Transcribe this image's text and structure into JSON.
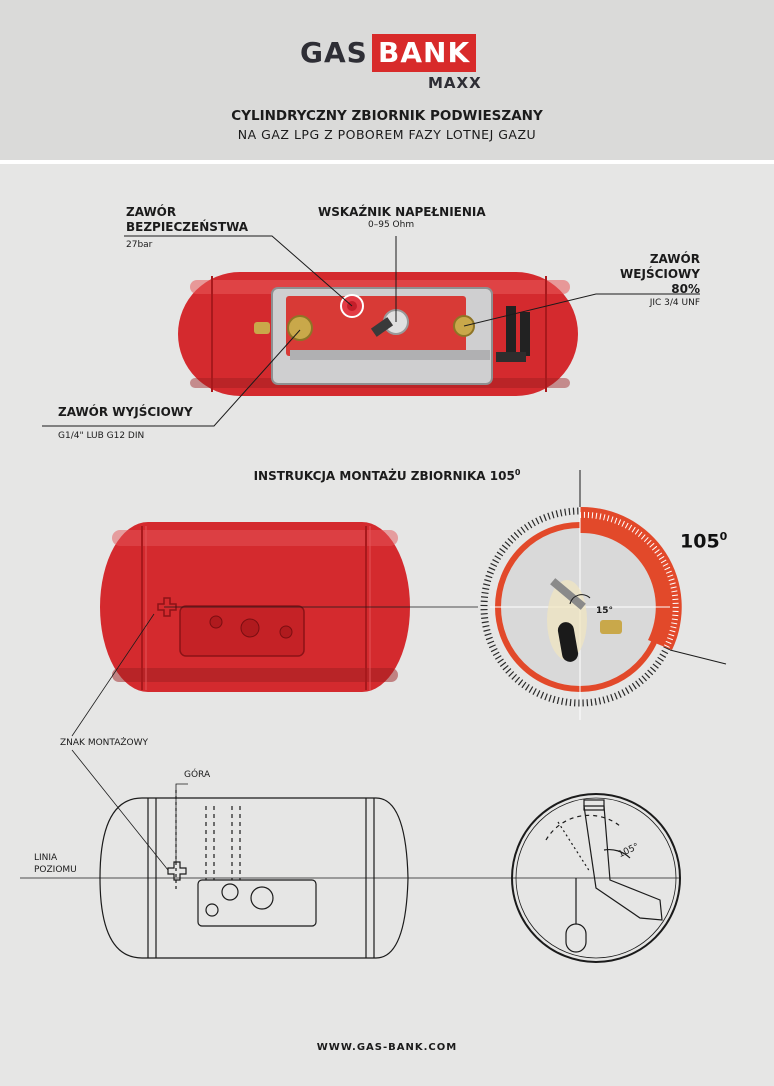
{
  "brand": {
    "gas": "GAS",
    "bank": "BANK",
    "maxx": "MAXX",
    "accent": "#d82a2a",
    "dark": "#2e2e35"
  },
  "header": {
    "title_line1": "CYLINDRYCZNY ZBIORNIK PODWIESZANY",
    "title_line2": "NA GAZ LPG Z POBOREM FAZY LOTNEJ GAZU"
  },
  "callouts": {
    "safety_valve": {
      "label_line1": "ZAWÓR",
      "label_line2": "BEZPIECZEŃSTWA",
      "sub": "27bar"
    },
    "fill_indicator": {
      "label": "WSKAŹNIK NAPEŁNIENIA",
      "sub": "0–95 Ohm"
    },
    "inlet_valve": {
      "label_line1": "ZAWÓR",
      "label_line2": "WEJŚCIOWY 80%",
      "sub": "JIC 3/4 UNF"
    },
    "outlet_valve": {
      "label": "ZAWÓR WYJŚCIOWY",
      "sub": "G1/4\" LUB G12 DIN"
    }
  },
  "installation": {
    "title": "INSTRUKCJA MONTAŻU ZBIORNIKA 105",
    "title_sup": "0",
    "angle_label": "105",
    "angle_sup": "0",
    "small_angle": "15°",
    "drawing_angle": "105°",
    "mount_mark": "ZNAK MONTAŻOWY",
    "top": "GÓRA",
    "level_line1": "LINIA",
    "level_line2": "POZIOMU"
  },
  "footer": {
    "url": "WWW.GAS-BANK.COM"
  },
  "colors": {
    "tank_red": "#d42a2e",
    "orange": "#e2492a",
    "background": "#e6e6e5",
    "header_bg": "#dadad9"
  }
}
